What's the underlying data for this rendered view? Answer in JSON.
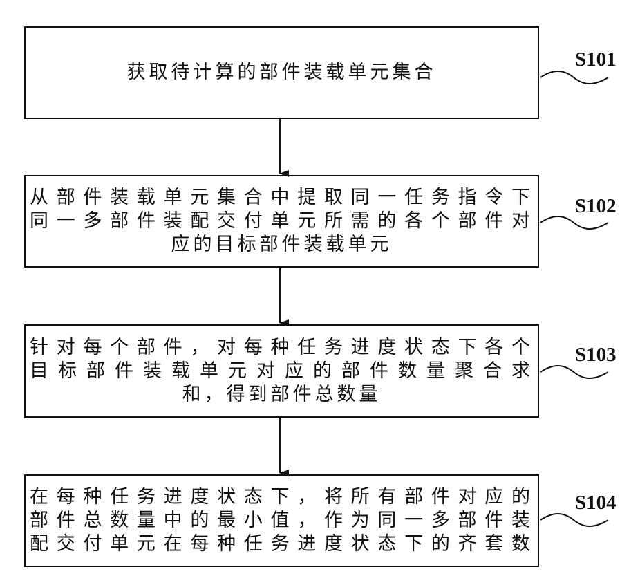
{
  "steps": [
    {
      "id": "S101",
      "lines": [
        "获取待计算的部件装载单元集合"
      ]
    },
    {
      "id": "S102",
      "lines": [
        "从部件装载单元集合中提取同一任务指令下",
        "同一多部件装配交付单元所需的各个部件对",
        "应的目标部件装载单元"
      ]
    },
    {
      "id": "S103",
      "lines": [
        "针对每个部件，对每种任务进度状态下各个",
        "目标部件装载单元对应的部件数量聚合求",
        "和，得到部件总数量"
      ]
    },
    {
      "id": "S104",
      "lines": [
        "在每种任务进度状态下，将所有部件对应的",
        "部件总数量中的最小值，作为同一多部件装",
        "配交付单元在每种任务进度状态下的齐套数"
      ]
    }
  ],
  "colors": {
    "line": "#111111",
    "background": "#ffffff"
  }
}
